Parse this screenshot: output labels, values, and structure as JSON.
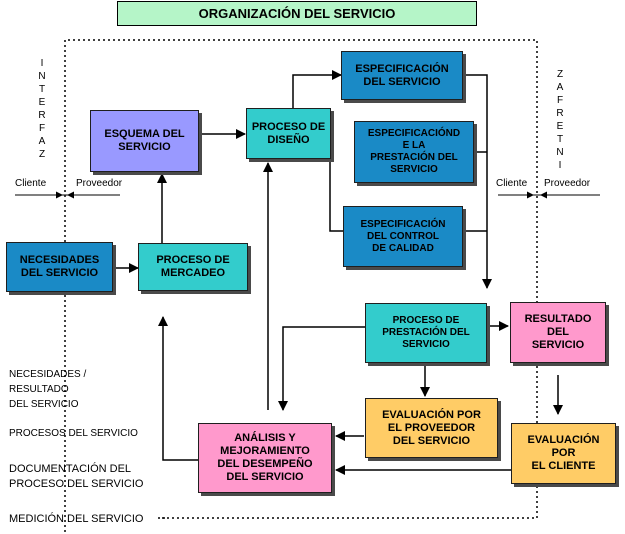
{
  "title": "ORGANIZACIÓN DEL SERVICIO",
  "colors": {
    "blue": "#1a8ac6",
    "teal": "#33cccc",
    "lavender": "#9999ff",
    "pink": "#ff99cc",
    "yellow": "#ffcc66",
    "title_bg": "#b5f5c8"
  },
  "boxes": {
    "necesidades": "NECESIDADES\nDEL SERVICIO",
    "esquema": "ESQUEMA DEL\nSERVICIO",
    "proceso_mercadeo": "PROCESO DE\nMERCADEO",
    "proceso_diseno": "PROCESO DE\nDISEÑO",
    "espec_servicio": "ESPECIFICACIÓN\nDEL  SERVICIO",
    "espec_prestacion": "ESPECIFICACIÓND\nE LA\nPRESTACIÓN DEL\nSERVICIO",
    "espec_control": "ESPECIFICACIÓN\nDEL CONTROL\nDE CALIDAD",
    "proceso_prestacion": "PROCESO DE\nPRESTACIÓN DEL\nSERVICIO",
    "resultado": "RESULTADO\nDEL\nSERVICIO",
    "eval_proveedor": "EVALUACIÓN POR\nEL PROVEEDOR\nDEL SERVICIO",
    "eval_cliente": "EVALUACIÓN\nPOR\nEL CLIENTE",
    "analisis": "ANÁLISIS Y\nMEJORAMIENTO\nDEL DESEMPEÑO\nDEL SERVICIO"
  },
  "interfaz_left": [
    "I",
    "N",
    "T",
    "E",
    "R",
    "F",
    "A",
    "Z"
  ],
  "interfaz_right": [
    "Z",
    "A",
    "F",
    "R",
    "E",
    "T",
    "N",
    "I"
  ],
  "labels": {
    "cliente": "Cliente",
    "proveedor": "Proveedor",
    "necesidades_resultado": "NECESIDADES  /\nRESULTADO\nDEL SERVICIO",
    "procesos": "PROCESOS DEL SERVICIO",
    "documentacion": "DOCUMENTACIÓN DEL\nPROCESO DEL SERVICIO",
    "medicion": "MEDICIÓN DEL SERVICIO"
  }
}
